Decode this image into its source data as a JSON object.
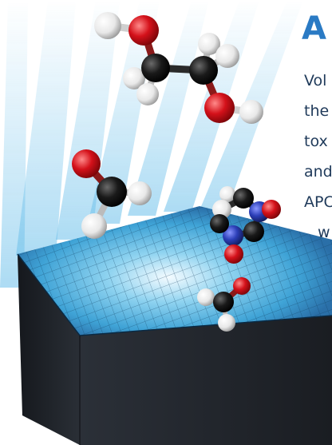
{
  "headline": "A",
  "body_lines": [
    "Vol",
    "the",
    "tox",
    "and",
    "APC",
    "w"
  ],
  "colors": {
    "headline": "#2a7ac4",
    "body_text": "#1f3a5a",
    "sensor_top": "#3fa3d6",
    "sensor_side": "#1e2228",
    "oxygen": "#d4111a",
    "carbon": "#1a1a1a",
    "hydrogen": "#f2f2f2",
    "nitrogen": "#2c3fb8"
  },
  "icons": [
    "sensor-grid-block",
    "ethylene-glycol-molecule",
    "formaldehyde-molecule",
    "uracil-molecule"
  ]
}
